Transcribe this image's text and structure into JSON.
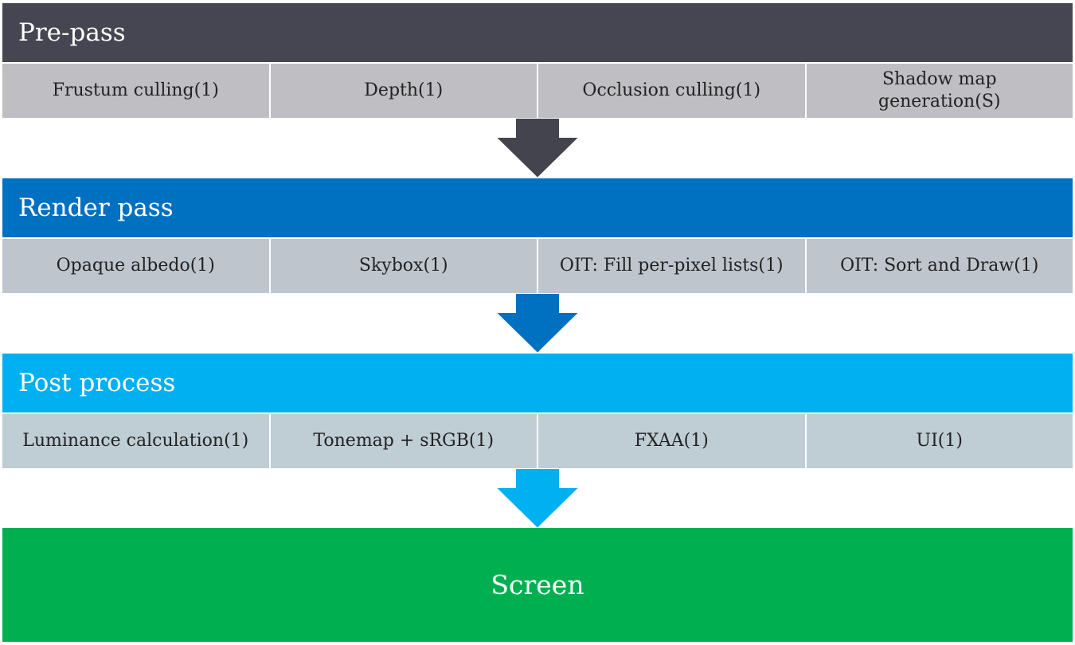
{
  "stages": [
    {
      "title": "Pre-pass",
      "header_color": "#464652",
      "cell_color": "#bfbfc3",
      "arrow_color": "#44444e",
      "steps": [
        "Frustum culling(1)",
        "Depth(1)",
        "Occlusion culling(1)",
        "Shadow map\ngeneration(S)"
      ]
    },
    {
      "title": "Render pass",
      "header_color": "#0070c0",
      "cell_color": "#bfc5cd",
      "arrow_color": "#0070c0",
      "steps": [
        "Opaque albedo(1)",
        "Skybox(1)",
        "OIT:  Fill per-pixel lists(1)",
        "OIT: Sort and Draw(1)"
      ]
    },
    {
      "title": "Post process",
      "header_color": "#00b0f0",
      "cell_color": "#bfcdd5",
      "arrow_color": "#00b0f0",
      "steps": [
        "Luminance calculation(1)",
        "Tonemap + sRGB(1)",
        "FXAA(1)",
        "UI(1)"
      ]
    }
  ],
  "output": {
    "label": "Screen",
    "color": "#00b050"
  }
}
